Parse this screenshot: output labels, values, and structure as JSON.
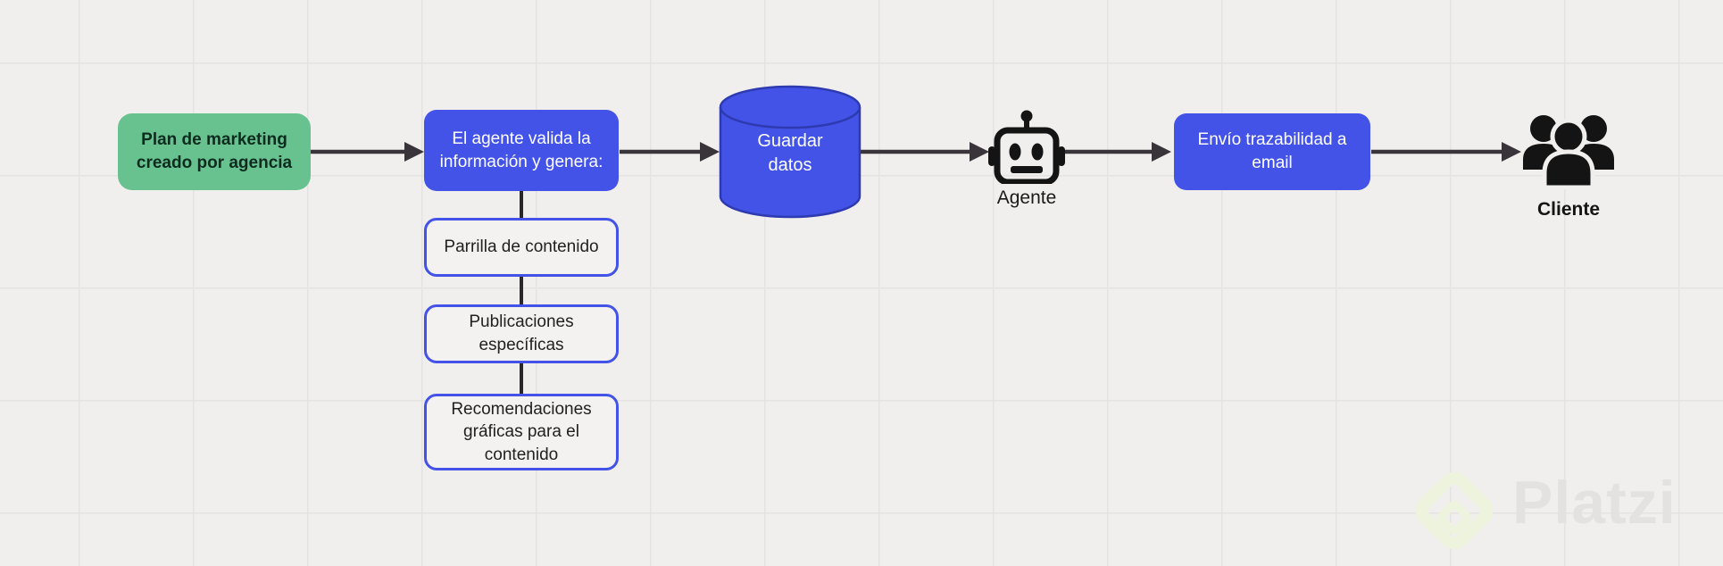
{
  "diagram": {
    "nodes": {
      "plan": {
        "label": "Plan de marketing creado por agencia",
        "type": "rounded-rect",
        "fill": "#68c290",
        "text_color": "#0d2b1e"
      },
      "valida": {
        "label": "El agente valida la información y genera:",
        "type": "rounded-rect",
        "fill": "#4353e8",
        "text_color": "#ffffff"
      },
      "parrilla": {
        "label": "Parrilla de contenido",
        "type": "outlined-rect",
        "border": "#4353e8"
      },
      "publicaciones": {
        "label": "Publicaciones específicas",
        "type": "outlined-rect",
        "border": "#4353e8"
      },
      "recomendaciones": {
        "label": "Recomendaciones gráficas para el contenido",
        "type": "outlined-rect",
        "border": "#4353e8"
      },
      "guardar": {
        "label": "Guardar datos",
        "type": "database-cylinder",
        "fill": "#4353e8",
        "text_color": "#ffffff"
      },
      "agente": {
        "label": "Agente",
        "icon": "robot-icon"
      },
      "envio": {
        "label": "Envío trazabilidad a email",
        "type": "rounded-rect",
        "fill": "#4353e8",
        "text_color": "#ffffff"
      },
      "cliente": {
        "label": "Cliente",
        "icon": "people-group-icon"
      }
    },
    "edges": [
      {
        "from": "plan",
        "to": "valida",
        "style": "arrow"
      },
      {
        "from": "valida",
        "to": "guardar",
        "style": "arrow"
      },
      {
        "from": "guardar",
        "to": "agente",
        "style": "arrow"
      },
      {
        "from": "agente",
        "to": "envio",
        "style": "arrow"
      },
      {
        "from": "envio",
        "to": "cliente",
        "style": "arrow"
      },
      {
        "from": "valida",
        "to": "parrilla",
        "style": "line"
      },
      {
        "from": "parrilla",
        "to": "publicaciones",
        "style": "line"
      },
      {
        "from": "publicaciones",
        "to": "recomendaciones",
        "style": "line"
      }
    ],
    "colors": {
      "background": "#f0efed",
      "grid_line": "#e4e3e1",
      "accent_blue": "#4353e8",
      "accent_green": "#68c290",
      "arrow": "#38343a",
      "icon": "#141414"
    },
    "watermark": {
      "text": "Platzi"
    }
  }
}
